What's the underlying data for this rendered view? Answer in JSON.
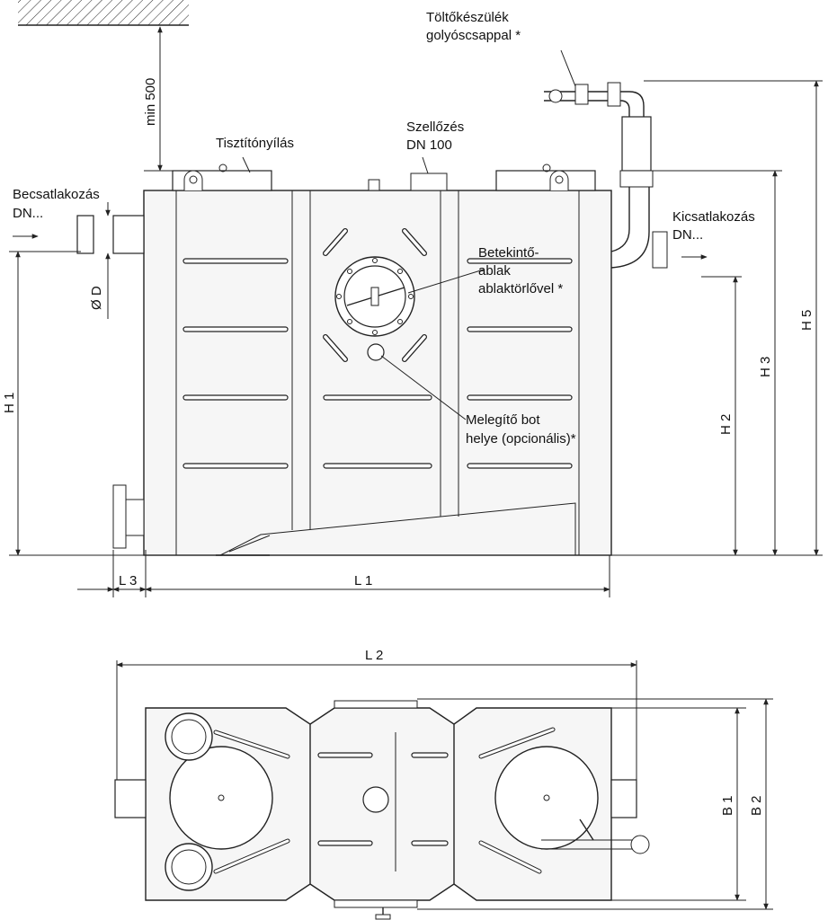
{
  "labels": {
    "filler_line1": "Töltőkészülék",
    "filler_line2": "golyóscsappal *",
    "min500": "min 500",
    "cleaning_opening": "Tisztítónyílás",
    "vent_line1": "Szellőzés",
    "vent_line2": "DN 100",
    "inlet_line1": "Becsatlakozás",
    "inlet_line2": "DN...",
    "outlet_line1": "Kicsatlakozás",
    "outlet_line2": "DN...",
    "window_line1": "Betekintő-",
    "window_line2": "ablak",
    "window_line3": "ablaktörlővel *",
    "heater_line1": "Melegítő bot",
    "heater_line2": "helye (opcionális)*",
    "diameter": "Ø D",
    "h1": "H 1",
    "h2": "H 2",
    "h3": "H 3",
    "h5": "H 5",
    "l1": "L 1",
    "l2": "L 2",
    "l3": "L 3",
    "b1": "B 1",
    "b2": "B 2"
  }
}
